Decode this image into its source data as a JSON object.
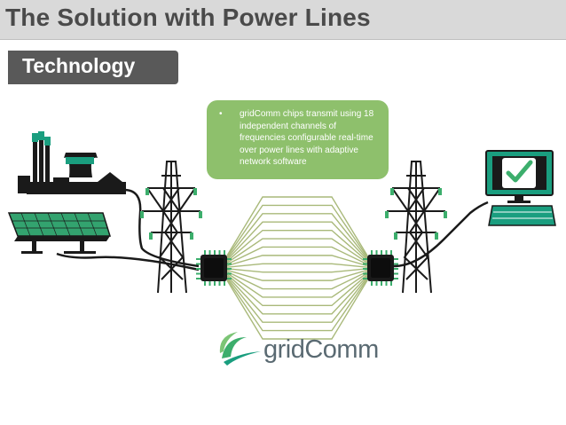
{
  "slide": {
    "title": "The Solution with Power Lines",
    "section": "Technology"
  },
  "callout": {
    "bullet": "•",
    "text": "gridComm chips transmit using 18 independent channels of frequencies configurable real-time over power lines with adaptive network software"
  },
  "logo": {
    "part1": "grid",
    "part2": "Comm"
  },
  "colors": {
    "title_bar": "#d9d9d9",
    "section_tab": "#595959",
    "callout": "#8ec06c",
    "channel_lines": "#a9b97a",
    "chip": "#1a1a1a",
    "pin_green": "#3cae6c",
    "monitor": "#1a9e7f",
    "solar": "#33a36f"
  },
  "channels": 18
}
